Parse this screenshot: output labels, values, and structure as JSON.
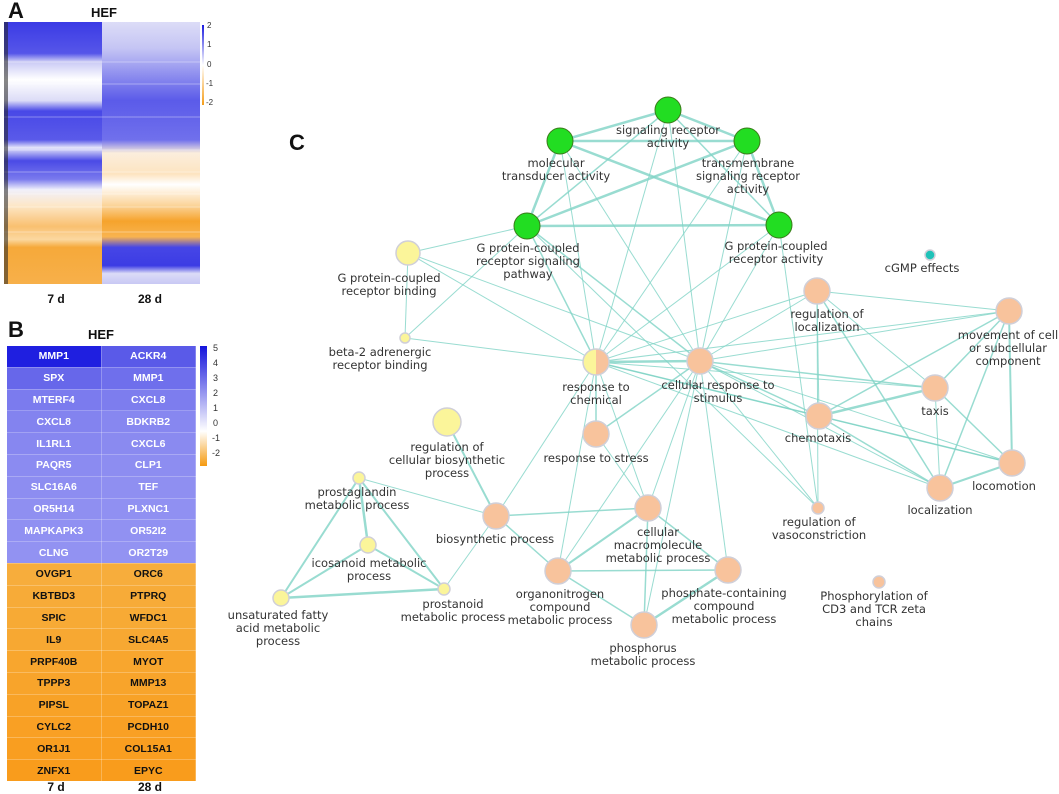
{
  "panels": {
    "a": "A",
    "b": "B",
    "c": "C"
  },
  "panel_a": {
    "title": "HEF",
    "columns": [
      "7 d",
      "28 d"
    ],
    "scale_ticks": [
      "2",
      "1",
      "0",
      "-1",
      "-2"
    ]
  },
  "panel_b": {
    "title": "HEF",
    "columns": [
      "7 d",
      "28 d"
    ],
    "scale_ticks": [
      "5",
      "4",
      "3",
      "2",
      "1",
      "0",
      "-1",
      "-2"
    ],
    "rows": [
      {
        "d7": "MMP1",
        "d28": "ACKR4",
        "c7": "#1f1fe0",
        "c28": "#5a5ae8"
      },
      {
        "d7": "SPX",
        "d28": "MMP1",
        "c7": "#6767ea",
        "c28": "#6f6fec"
      },
      {
        "d7": "MTERF4",
        "d28": "CXCL8",
        "c7": "#7b7bee",
        "c28": "#7d7dee"
      },
      {
        "d7": "CXCL8",
        "d28": "BDKRB2",
        "c7": "#8383ef",
        "c28": "#8787f0"
      },
      {
        "d7": "IL1RL1",
        "d28": "CXCL6",
        "c7": "#8787f0",
        "c28": "#8a8af0"
      },
      {
        "d7": "PAQR5",
        "d28": "CLP1",
        "c7": "#8b8bf1",
        "c28": "#8d8df1"
      },
      {
        "d7": "SLC16A6",
        "d28": "TEF",
        "c7": "#8d8df1",
        "c28": "#8f8ff1"
      },
      {
        "d7": "OR5H14",
        "d28": "PLXNC1",
        "c7": "#8f8ff1",
        "c28": "#9090f2"
      },
      {
        "d7": "MAPKAPK3",
        "d28": "OR52I2",
        "c7": "#9090f2",
        "c28": "#9191f2"
      },
      {
        "d7": "CLNG",
        "d28": "OR2T29",
        "c7": "#9292f2",
        "c28": "#9393f2"
      },
      {
        "d7": "OVGP1",
        "d28": "ORC6",
        "c7": "#f7ad3c",
        "c28": "#f7ad3c"
      },
      {
        "d7": "KBTBD3",
        "d28": "PTPRQ",
        "c7": "#f7ab38",
        "c28": "#f7ab38"
      },
      {
        "d7": "SPIC",
        "d28": "WFDC1",
        "c7": "#f7aa35",
        "c28": "#f7aa35"
      },
      {
        "d7": "IL9",
        "d28": "SLC4A5",
        "c7": "#f7a832",
        "c28": "#f7a832"
      },
      {
        "d7": "PRPF40B",
        "d28": "MYOT",
        "c7": "#f8a62e",
        "c28": "#f8a62e"
      },
      {
        "d7": "TPPP3",
        "d28": "MMP13",
        "c7": "#f8a42b",
        "c28": "#f8a42b"
      },
      {
        "d7": "PIPSL",
        "d28": "TOPAZ1",
        "c7": "#f8a227",
        "c28": "#f8a227"
      },
      {
        "d7": "CYLC2",
        "d28": "PCDH10",
        "c7": "#f9a024",
        "c28": "#f9a024"
      },
      {
        "d7": "OR1J1",
        "d28": "COL15A1",
        "c7": "#f99e20",
        "c28": "#f99e20"
      },
      {
        "d7": "ZNFX1",
        "d28": "EPYC",
        "c7": "#f99c1c",
        "c28": "#f99c1c"
      }
    ]
  },
  "network": {
    "colors": {
      "green": "#22dd22",
      "peach": "#f8c39c",
      "yellow": "#fbf59a",
      "teal": "#1fc2b8",
      "edge": "#7fd3c6"
    },
    "nodes": [
      {
        "id": "sra",
        "label": [
          "signaling receptor",
          "activity"
        ],
        "color": "green"
      },
      {
        "id": "mta",
        "label": [
          "molecular",
          "transducer activity"
        ],
        "color": "green"
      },
      {
        "id": "tsra",
        "label": [
          "transmembrane",
          "signaling receptor",
          "activity"
        ],
        "color": "green"
      },
      {
        "id": "gpcrsp",
        "label": [
          "G protein-coupled",
          "receptor signaling",
          "pathway"
        ],
        "color": "green"
      },
      {
        "id": "gpcra",
        "label": [
          "G protein-coupled",
          "receptor activity"
        ],
        "color": "green"
      },
      {
        "id": "cgmp",
        "label": [
          "cGMP effects"
        ],
        "color": "teal"
      },
      {
        "id": "gpcrb",
        "label": [
          "G protein-coupled",
          "receptor binding"
        ],
        "color": "yellow"
      },
      {
        "id": "b2a",
        "label": [
          "beta-2 adrenergic",
          "receptor binding"
        ],
        "color": "yellow"
      },
      {
        "id": "rtc",
        "label": [
          "response to",
          "chemical"
        ],
        "color": "split"
      },
      {
        "id": "crs",
        "label": [
          "cellular response to",
          "stimulus"
        ],
        "color": "peach"
      },
      {
        "id": "rol",
        "label": [
          "regulation of",
          "localization"
        ],
        "color": "peach"
      },
      {
        "id": "moc",
        "label": [
          "movement of cell",
          "or subcellular",
          "component"
        ],
        "color": "peach"
      },
      {
        "id": "taxis",
        "label": [
          "taxis"
        ],
        "color": "peach"
      },
      {
        "id": "chem",
        "label": [
          "chemotaxis"
        ],
        "color": "peach"
      },
      {
        "id": "rts",
        "label": [
          "response to stress"
        ],
        "color": "peach"
      },
      {
        "id": "rcbp",
        "label": [
          "regulation of",
          "cellular biosynthetic",
          "process"
        ],
        "color": "yellow"
      },
      {
        "id": "loco",
        "label": [
          "locomotion"
        ],
        "color": "peach"
      },
      {
        "id": "loc",
        "label": [
          "localization"
        ],
        "color": "peach"
      },
      {
        "id": "rov",
        "label": [
          "regulation of",
          "vasoconstriction"
        ],
        "color": "peach"
      },
      {
        "id": "pgmp",
        "label": [
          "prostaglandin",
          "metabolic process"
        ],
        "color": "yellow"
      },
      {
        "id": "bp",
        "label": [
          "biosynthetic process"
        ],
        "color": "peach"
      },
      {
        "id": "cmmp",
        "label": [
          "cellular",
          "macromolecule",
          "metabolic process"
        ],
        "color": "peach"
      },
      {
        "id": "icmp",
        "label": [
          "icosanoid metabolic",
          "process"
        ],
        "color": "yellow"
      },
      {
        "id": "ocmp",
        "label": [
          "organonitrogen",
          "compound",
          "metabolic process"
        ],
        "color": "peach"
      },
      {
        "id": "pccmp",
        "label": [
          "phosphate-containing",
          "compound",
          "metabolic process"
        ],
        "color": "peach"
      },
      {
        "id": "pomp",
        "label": [
          "prostanoid",
          "metabolic process"
        ],
        "color": "yellow"
      },
      {
        "id": "ufamp",
        "label": [
          "unsaturated fatty",
          "acid metabolic",
          "process"
        ],
        "color": "yellow"
      },
      {
        "id": "phmp",
        "label": [
          "phosphorus",
          "metabolic process"
        ],
        "color": "peach"
      },
      {
        "id": "pcd3",
        "label": [
          "Phosphorylation of",
          "CD3 and TCR zeta",
          "chains"
        ],
        "color": "peach"
      }
    ]
  }
}
